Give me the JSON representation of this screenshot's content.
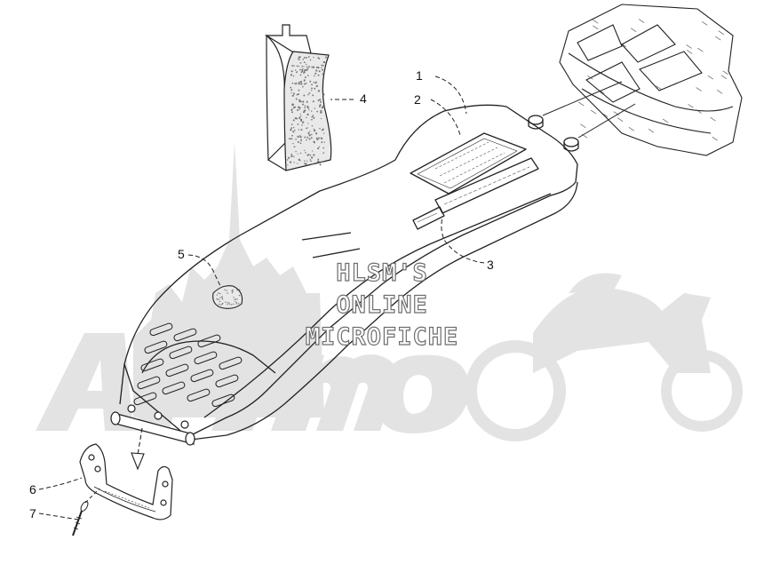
{
  "callouts": [
    {
      "id": "1",
      "label": "1"
    },
    {
      "id": "2",
      "label": "2"
    },
    {
      "id": "3",
      "label": "3"
    },
    {
      "id": "4",
      "label": "4"
    },
    {
      "id": "5",
      "label": "5"
    },
    {
      "id": "6",
      "label": "6"
    },
    {
      "id": "7",
      "label": "7"
    }
  ],
  "watermark": {
    "line1": "HLSM'S",
    "line2": "ONLINE",
    "line3": "MICROFICHE",
    "logo_text": "ArtMoto"
  },
  "colors": {
    "line_art": "#222222",
    "watermark_gray": "#d9d9d9",
    "background": "#ffffff"
  }
}
